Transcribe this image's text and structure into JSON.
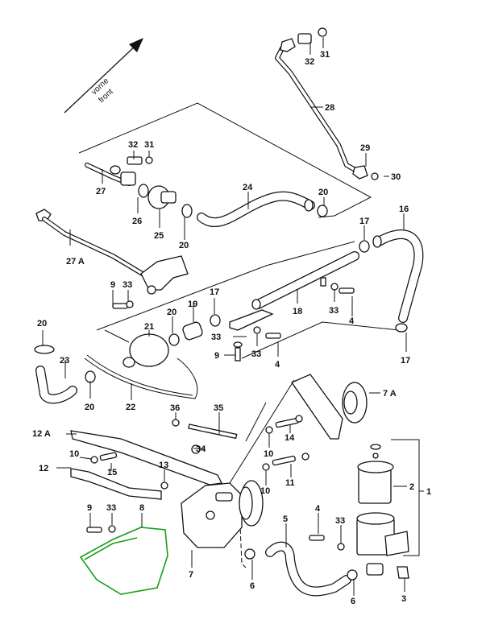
{
  "direction": {
    "line1": "vorne",
    "line2": "front"
  },
  "highlight_color": "#1a9e1a",
  "labels": {
    "p1": "1",
    "p2": "2",
    "p3": "3",
    "p4a": "4",
    "p4b": "4",
    "p4c": "4",
    "p5": "5",
    "p6a": "6",
    "p6b": "6",
    "p7": "7",
    "p7a": "7 A",
    "p8": "8",
    "p9a": "9",
    "p9b": "9",
    "p9c": "9",
    "p10a": "10",
    "p10b": "10",
    "p10c": "10",
    "p11": "11",
    "p12": "12",
    "p12a": "12 A",
    "p13": "13",
    "p14": "14",
    "p15": "15",
    "p16": "16",
    "p17a": "17",
    "p17b": "17",
    "p17c": "17",
    "p18": "18",
    "p19": "19",
    "p20a": "20",
    "p20b": "20",
    "p20c": "20",
    "p20d": "20",
    "p20e": "20",
    "p21": "21",
    "p22": "22",
    "p23": "23",
    "p24": "24",
    "p25": "25",
    "p26": "26",
    "p27": "27",
    "p27a": "27 A",
    "p28": "28",
    "p29": "29",
    "p30": "30",
    "p31a": "31",
    "p31b": "31",
    "p32a": "32",
    "p32b": "32",
    "p33a": "33",
    "p33b": "33",
    "p33c": "33",
    "p33d": "33",
    "p33e": "33",
    "p33f": "33",
    "p34": "34",
    "p35": "35",
    "p36": "36"
  }
}
